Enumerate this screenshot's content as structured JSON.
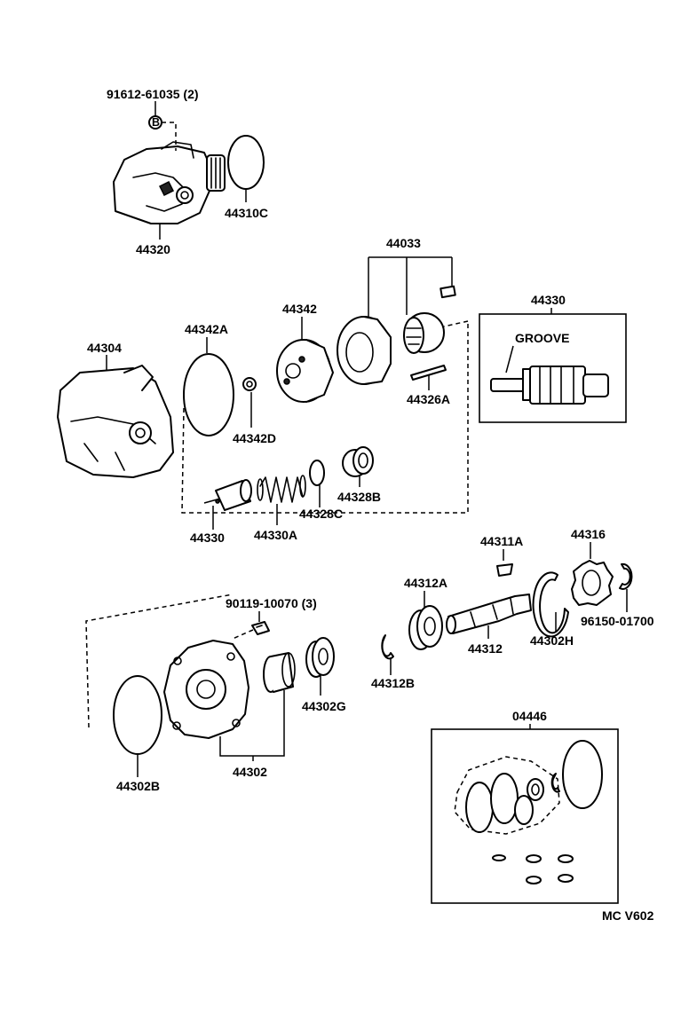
{
  "labels": {
    "bolt_top": "91612-61035 (2)",
    "bolt_b": "B",
    "p44320": "44320",
    "p44310C": "44310C",
    "p44033": "44033",
    "p44330_box": "44330",
    "groove": "GROOVE",
    "p44304": "44304",
    "p44342A": "44342A",
    "p44342": "44342",
    "p44342D": "44342D",
    "p44326A": "44326A",
    "p44330": "44330",
    "p44330A": "44330A",
    "p44328C": "44328C",
    "p44328B": "44328B",
    "p44311A": "44311A",
    "p44316": "44316",
    "p44312A": "44312A",
    "p96150": "96150-01700",
    "bolt_mid": "90119-10070 (3)",
    "p44312": "44312",
    "p44302H": "44302H",
    "p44312B": "44312B",
    "p44302G": "44302G",
    "p44302": "44302",
    "p44302B": "44302B",
    "p04446": "04446",
    "ref_code": "MC V602"
  }
}
